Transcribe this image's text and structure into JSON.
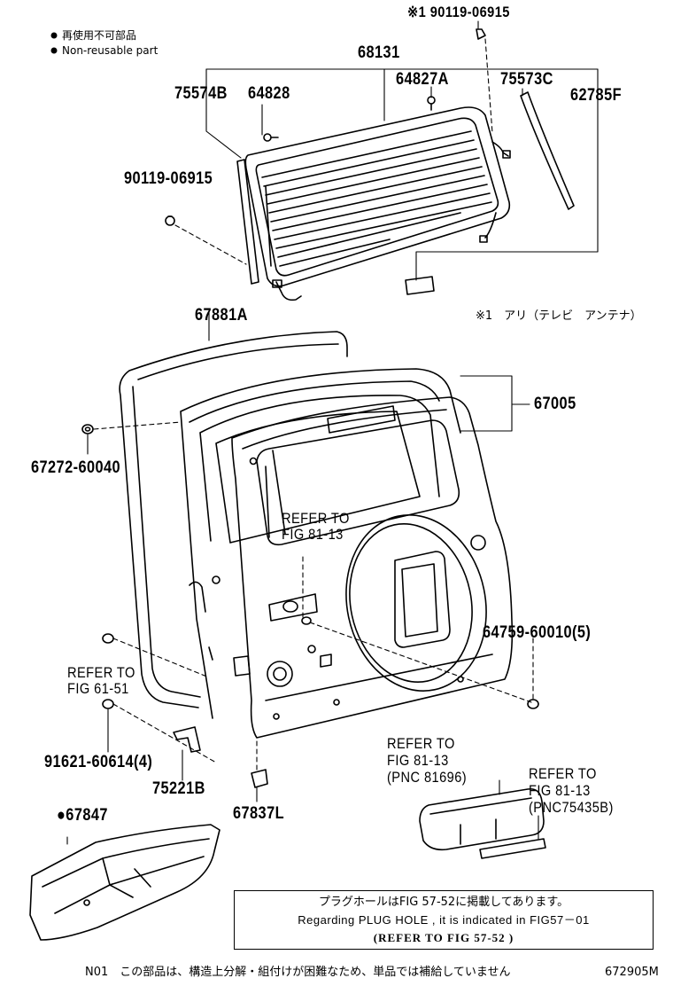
{
  "legend": {
    "jp": "再使用不可部品",
    "en": "Non-reusable part"
  },
  "parts": {
    "p_note_90119": "※1 90119-06915",
    "p_68131": "68131",
    "p_75574B": "75574B",
    "p_64828": "64828",
    "p_64827A": "64827A",
    "p_75573C": "75573C",
    "p_62785F": "62785F",
    "p_90119": "90119-06915",
    "p_67881A": "67881A",
    "p_67005": "67005",
    "p_67272": "67272-60040",
    "p_64759": "64759-60010(5)",
    "p_91621": "91621-60614(4)",
    "p_75221B": "75221B",
    "p_67837L": "67837L",
    "p_67847": "●67847"
  },
  "footnote": "※1　アリ（テレビ　アンテナ）",
  "refs": {
    "r1_a": "REFER TO",
    "r1_b": "FIG 81-13",
    "r2_a": "REFER TO",
    "r2_b": "FIG 61-51",
    "r3_a": "REFER TO",
    "r3_b": "FIG 81-13",
    "r3_c": "(PNC 81696)",
    "r4_a": "REFER TO",
    "r4_b": "FIG 81-13",
    "r4_c": "(PNC75435B)"
  },
  "note_box": {
    "line1": "プラグホールはFIG 57-52に掲載してあります。",
    "line2": "Regarding PLUG HOLE , it is indicated in FIG57－01",
    "line3": "(REFER TO FIG 57-52 )"
  },
  "footer": {
    "left": "N01　この部品は、構造上分解・組付けが困難なため、単品では補給していません",
    "right": "672905M"
  }
}
